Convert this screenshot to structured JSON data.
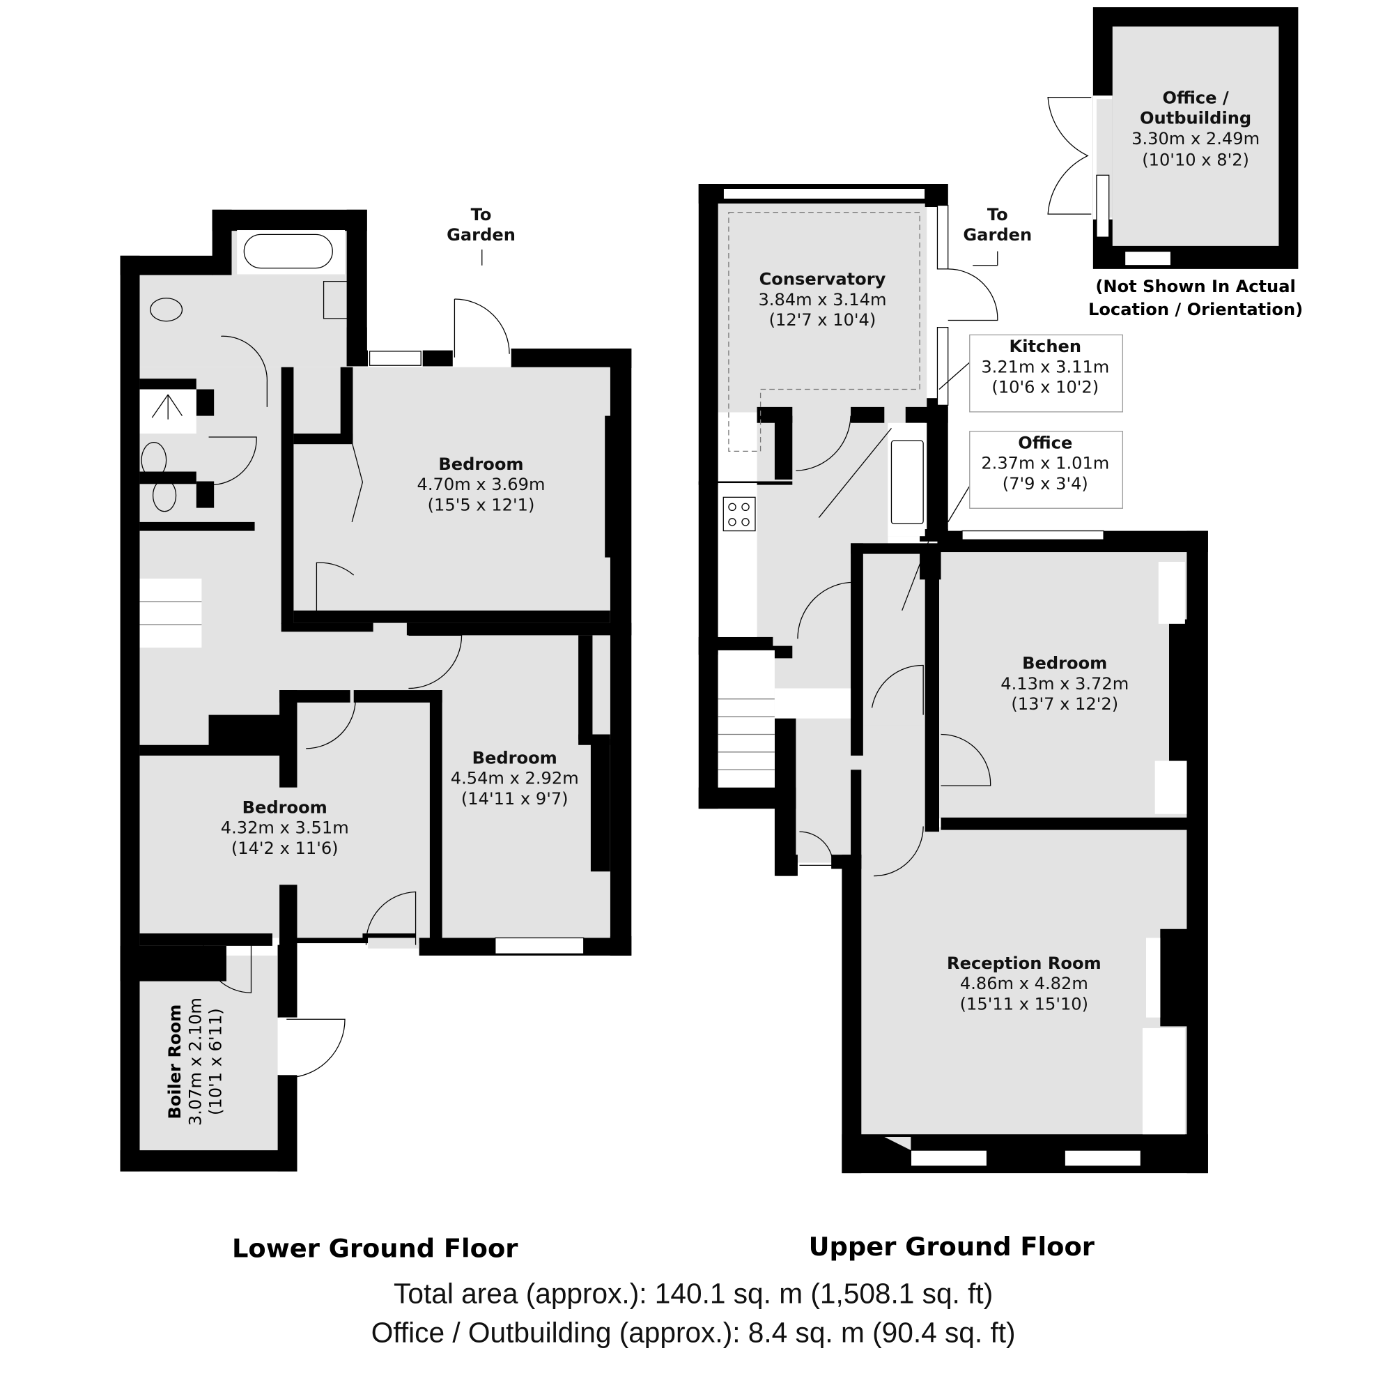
{
  "floors": {
    "lower": {
      "title": "Lower Ground Floor",
      "rooms": [
        {
          "name": "Bedroom",
          "metric": "4.70m x 3.69m",
          "imperial": "(15'5 x 12'1)"
        },
        {
          "name": "Bedroom",
          "metric": "4.54m x 2.92m",
          "imperial": "(14'11 x 9'7)"
        },
        {
          "name": "Bedroom",
          "metric": "4.32m x 3.51m",
          "imperial": "(14'2 x 11'6)"
        },
        {
          "name": "Boiler Room",
          "metric": "3.07m x 2.10m",
          "imperial": "(10'1 x 6'11)"
        }
      ],
      "garden_label": "To\nGarden"
    },
    "upper": {
      "title": "Upper Ground Floor",
      "rooms": [
        {
          "name": "Conservatory",
          "metric": "3.84m x 3.14m",
          "imperial": "(12'7 x 10'4)"
        },
        {
          "name": "Kitchen",
          "metric": "3.21m x 3.11m",
          "imperial": "(10'6 x 10'2)"
        },
        {
          "name": "Office",
          "metric": "2.37m x 1.01m",
          "imperial": "(7'9 x 3'4)"
        },
        {
          "name": "Bedroom",
          "metric": "4.13m x 3.72m",
          "imperial": "(13'7 x 12'2)"
        },
        {
          "name": "Reception Room",
          "metric": "4.86m x 4.82m",
          "imperial": "(15'11 x 15'10)"
        }
      ],
      "garden_label": "To\nGarden"
    },
    "outbuilding": {
      "name_line1": "Office /",
      "name_line2": "Outbuilding",
      "metric": "3.30m x 2.49m",
      "imperial": "(10'10 x 8'2)",
      "note_line1": "(Not Shown In Actual",
      "note_line2": "Location / Orientation)"
    }
  },
  "garden": {
    "line1": "To",
    "line2": "Garden"
  },
  "totals": {
    "total_area": "Total area (approx.): 140.1 sq. m (1,508.1 sq. ft)",
    "outbuilding_area": "Office / Outbuilding (approx.): 8.4 sq. m (90.4 sq. ft)"
  },
  "colors": {
    "wall": "#000000",
    "floor": "#e3e3e3",
    "background": "#ffffff"
  }
}
